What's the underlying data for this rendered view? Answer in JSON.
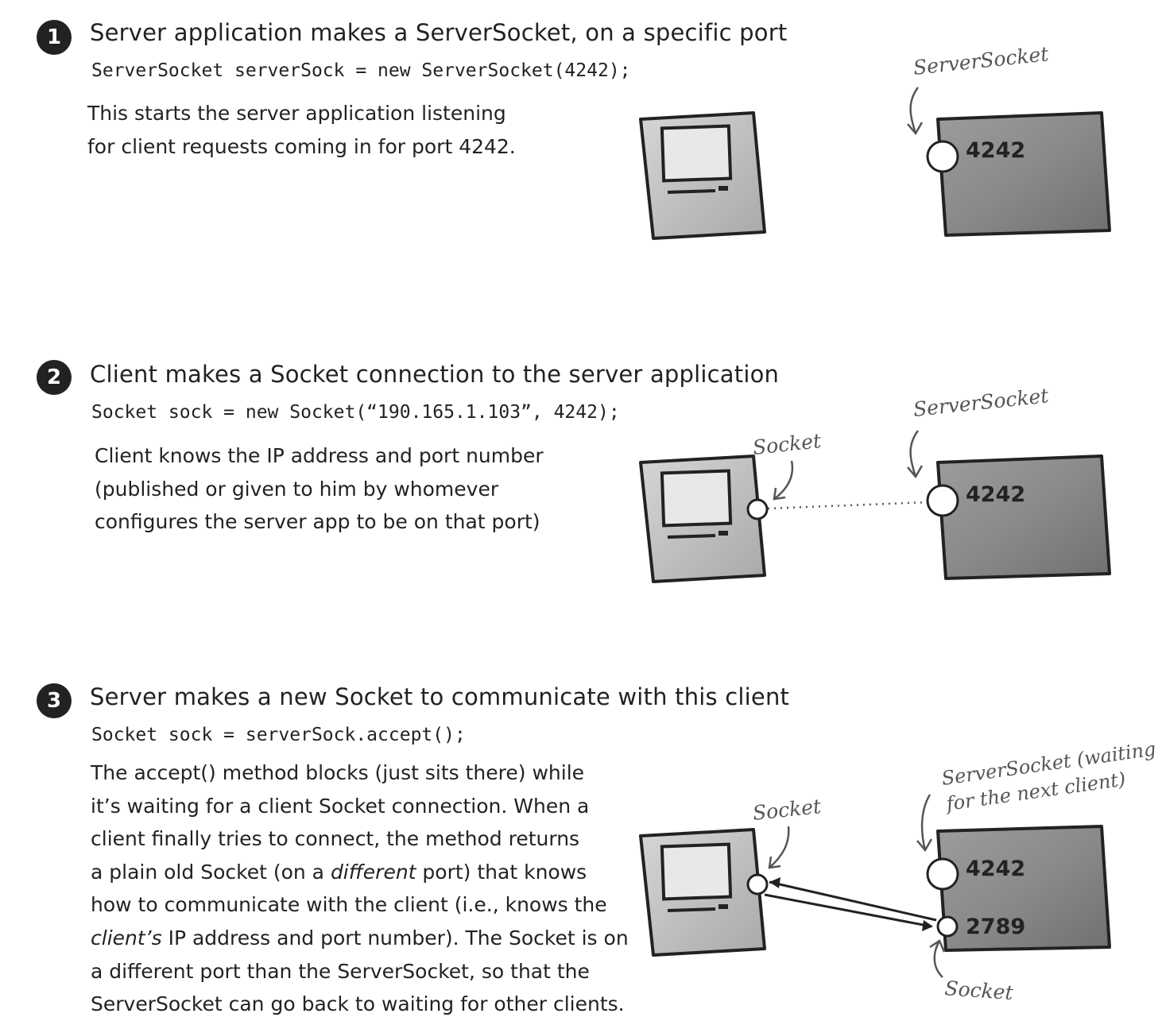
{
  "steps": [
    {
      "number": "1",
      "heading": "Server application makes a ServerSocket, on a specific port",
      "code": "ServerSocket serverSock = new ServerSocket(4242);",
      "description": [
        "This starts the server application listening",
        "for client requests coming in for port 4242."
      ],
      "labels": {
        "server_socket": "ServerSocket",
        "port": "4242"
      }
    },
    {
      "number": "2",
      "heading": "Client makes a Socket connection to the server application",
      "code": "Socket sock = new Socket(“190.165.1.103”, 4242);",
      "description": [
        "Client knows the IP address and port number",
        "(published or given to him by whomever",
        "configures the server app to be on that port)"
      ],
      "labels": {
        "socket": "Socket",
        "server_socket": "ServerSocket",
        "port": "4242"
      }
    },
    {
      "number": "3",
      "heading": "Server makes a new Socket to communicate with this client",
      "code": "Socket sock = serverSock.accept();",
      "description_parts": {
        "l1": "The accept() method blocks (just sits there) while",
        "l2": "it’s waiting for a client Socket connection. When a",
        "l3": "client finally tries to connect, the method returns",
        "l4a": "a plain old Socket (on a ",
        "l4b": "different",
        "l4c": " port) that knows",
        "l5": "how to communicate with the client (i.e., knows the",
        "l6a": "client’s",
        "l6b": " IP address and port number). The Socket is on",
        "l7": "a different port than the ServerSocket, so that the",
        "l8": "ServerSocket can go back to waiting for other clients."
      },
      "labels": {
        "socket_client": "Socket",
        "server_socket_line1": "ServerSocket (waiting",
        "server_socket_line2": "for the next client)",
        "port_main": "4242",
        "port_new": "2789",
        "socket_server": "Socket"
      }
    }
  ]
}
